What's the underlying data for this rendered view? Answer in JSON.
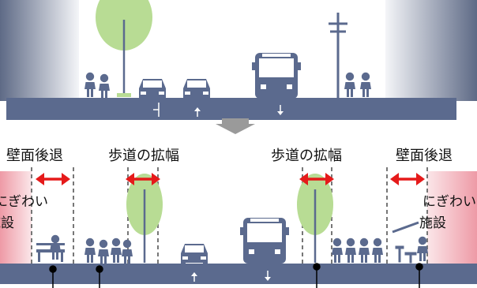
{
  "labels": {
    "wall_setback": "壁面後退",
    "sidewalk_widening": "歩道の拡幅",
    "bustling_facility_line1": "にぎわい",
    "bustling_facility_line2": "施設"
  },
  "colors": {
    "road": "#5b6a8e",
    "building": "#8d95a8",
    "tree": "#b8dc94",
    "pink_facility": "#f2b8c0",
    "arrow_red": "#e51a1a",
    "dashed": "#777777",
    "transition_arrow": "#9a9a9a"
  },
  "icons": {
    "person": "person-icon",
    "car": "car-icon",
    "bus": "bus-icon",
    "tree": "tree-icon",
    "bench": "bench-icon",
    "utility_pole": "utility-pole-icon",
    "double_arrow": "double-arrow-icon"
  }
}
